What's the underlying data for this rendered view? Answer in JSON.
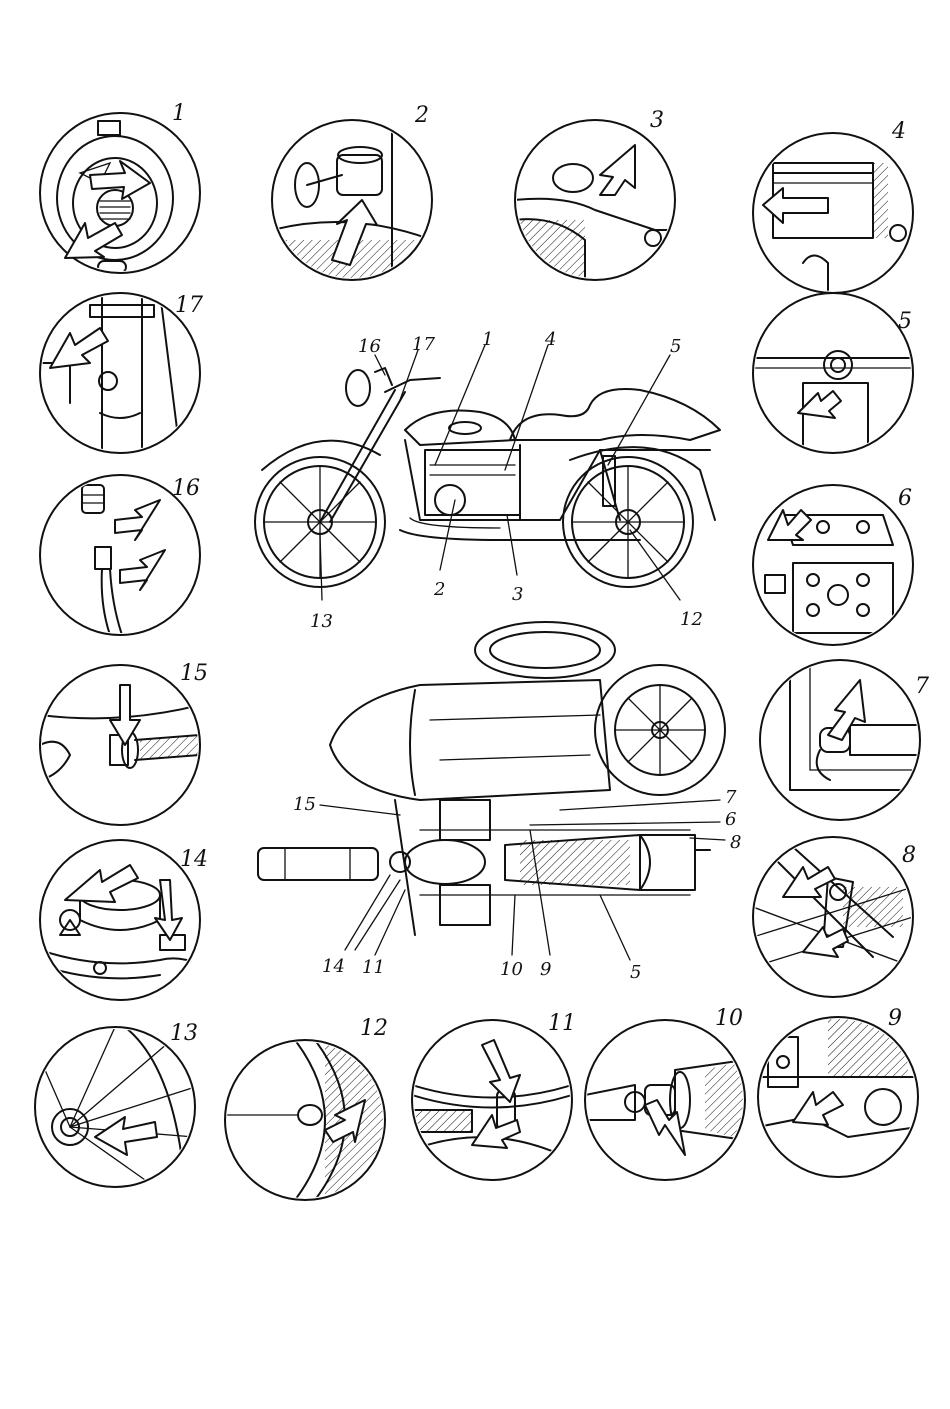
{
  "callouts": [
    {
      "id": "1",
      "label": "1"
    },
    {
      "id": "2",
      "label": "2"
    },
    {
      "id": "3",
      "label": "3"
    },
    {
      "id": "4",
      "label": "4"
    },
    {
      "id": "5",
      "label": "5"
    },
    {
      "id": "6",
      "label": "6"
    },
    {
      "id": "7",
      "label": "7"
    },
    {
      "id": "8",
      "label": "8"
    },
    {
      "id": "9",
      "label": "9"
    },
    {
      "id": "10",
      "label": "10"
    },
    {
      "id": "11",
      "label": "11"
    },
    {
      "id": "12",
      "label": "12"
    },
    {
      "id": "13",
      "label": "13"
    },
    {
      "id": "14",
      "label": "14"
    },
    {
      "id": "15",
      "label": "15"
    },
    {
      "id": "16",
      "label": "16"
    },
    {
      "id": "17",
      "label": "17"
    }
  ],
  "side_view_labels": [
    "16",
    "17",
    "1",
    "4",
    "5",
    "2",
    "3",
    "13",
    "12"
  ],
  "top_view_labels": [
    "15",
    "7",
    "6",
    "8",
    "14",
    "11",
    "10",
    "9",
    "5"
  ]
}
